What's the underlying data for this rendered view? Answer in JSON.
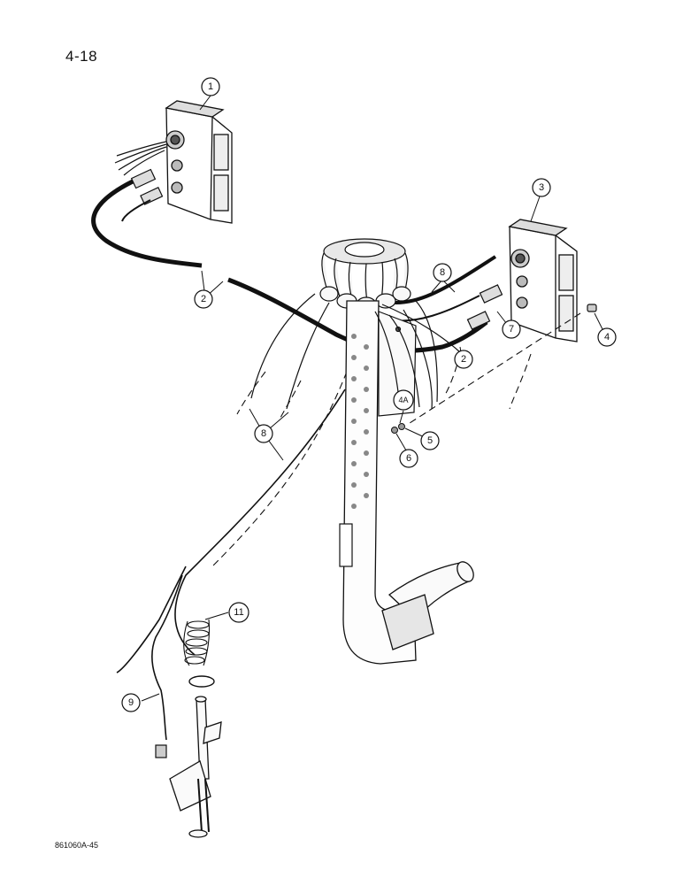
{
  "page": {
    "number": "4-18",
    "figure_code": "861060A-45"
  },
  "callouts": {
    "c1": "1",
    "c2a": "2",
    "c2b": "2",
    "c3": "3",
    "c4": "4",
    "c4a": "4A",
    "c5": "5",
    "c6": "6",
    "c7": "7",
    "c8a": "8",
    "c8b": "8",
    "c9": "9",
    "c11": "11"
  }
}
